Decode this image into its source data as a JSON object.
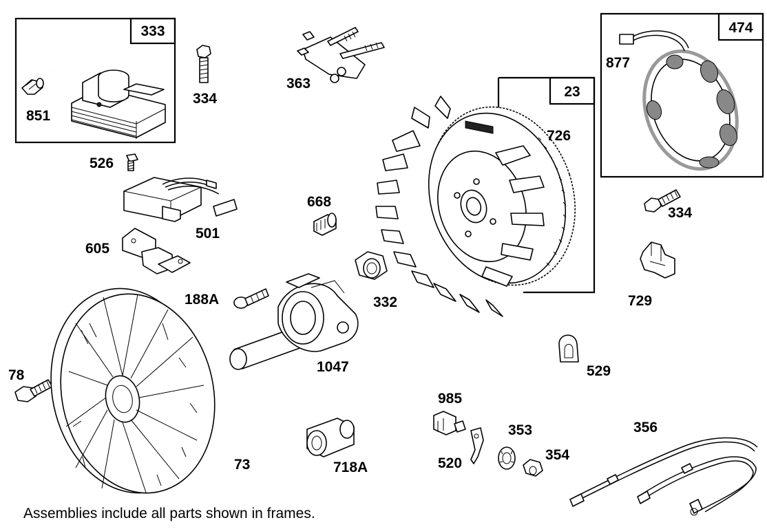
{
  "frames": [
    {
      "id": "333"
    },
    {
      "id": "23"
    },
    {
      "id": "474"
    }
  ],
  "labels": {
    "p333": "333",
    "p851": "851",
    "p334a": "334",
    "p363": "363",
    "p526": "526",
    "p605": "605",
    "p501": "501",
    "p668": "668",
    "p23": "23",
    "p726": "726",
    "p474": "474",
    "p877": "877",
    "p334b": "334",
    "p729": "729",
    "p188a": "188A",
    "p332": "332",
    "p1047": "1047",
    "p529": "529",
    "p78": "78",
    "p73": "73",
    "p718a": "718A",
    "p985": "985",
    "p520": "520",
    "p353": "353",
    "p354": "354",
    "p356": "356"
  },
  "footnote": "Assemblies include all parts shown in frames."
}
